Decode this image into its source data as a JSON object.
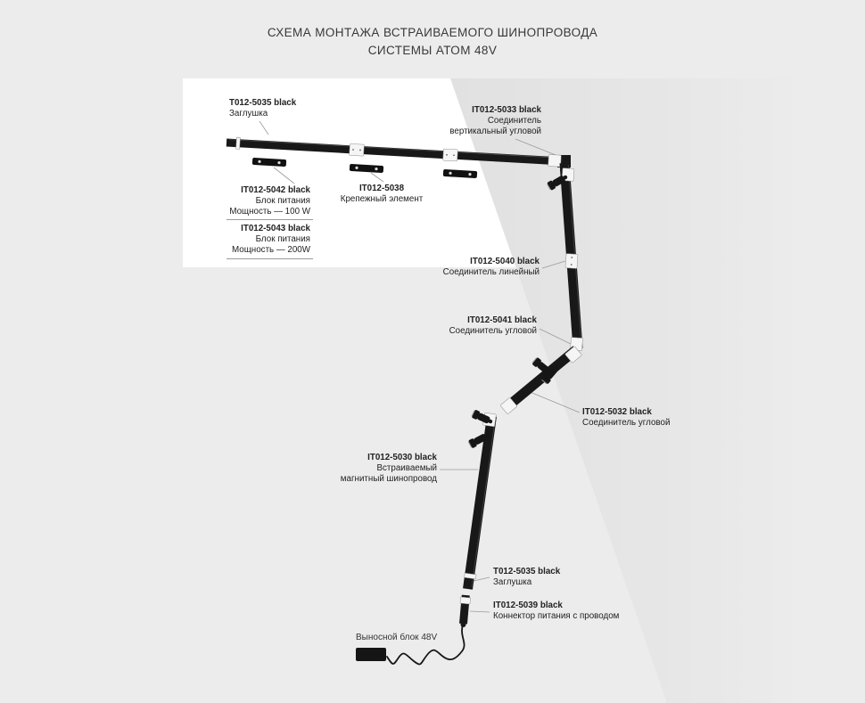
{
  "title": {
    "line1": "СХЕМА МОНТАЖА ВСТРАИВАЕМОГО ШИНОПРОВОДА",
    "line2": "СИСТЕМЫ АТОМ 48V"
  },
  "labels": {
    "endcap_top": {
      "code": "T012-5035 black",
      "desc1": "Заглушка"
    },
    "corner_vertical": {
      "code": "IT012-5033 black",
      "desc1": "Соединитель",
      "desc2": "вертикальный угловой"
    },
    "psu_100": {
      "code": "IT012-5042 black",
      "desc1": "Блок питания",
      "desc2": "Мощность — 100 W"
    },
    "psu_200": {
      "code": "IT012-5043 black",
      "desc1": "Блок питания",
      "desc2": "Мощность — 200W"
    },
    "fastener": {
      "code": "IT012-5038",
      "desc1": "Крепежный элемент"
    },
    "connector_linear": {
      "code": "IT012-5040 black",
      "desc1": "Соединитель линейный"
    },
    "connector_corner_a": {
      "code": "IT012-5041 black",
      "desc1": "Соединитель угловой"
    },
    "connector_corner_b": {
      "code": "IT012-5032 black",
      "desc1": "Соединитель угловой"
    },
    "track_main": {
      "code": "IT012-5030 black",
      "desc1": "Встраиваемый",
      "desc2": "магнитный шинопровод"
    },
    "endcap_bottom": {
      "code": "T012-5035 black",
      "desc1": "Заглушка"
    },
    "power_connector": {
      "code": "IT012-5039 black",
      "desc1": "Коннектор питания с проводом"
    },
    "power_box": {
      "label": "Выносной блок 48V"
    }
  },
  "colors": {
    "bg": "#ececec",
    "ceiling": "#ffffff",
    "wall": "#e2e2e2",
    "track": "#181818",
    "label_text": "#222222",
    "leader": "#9b9b9b"
  }
}
